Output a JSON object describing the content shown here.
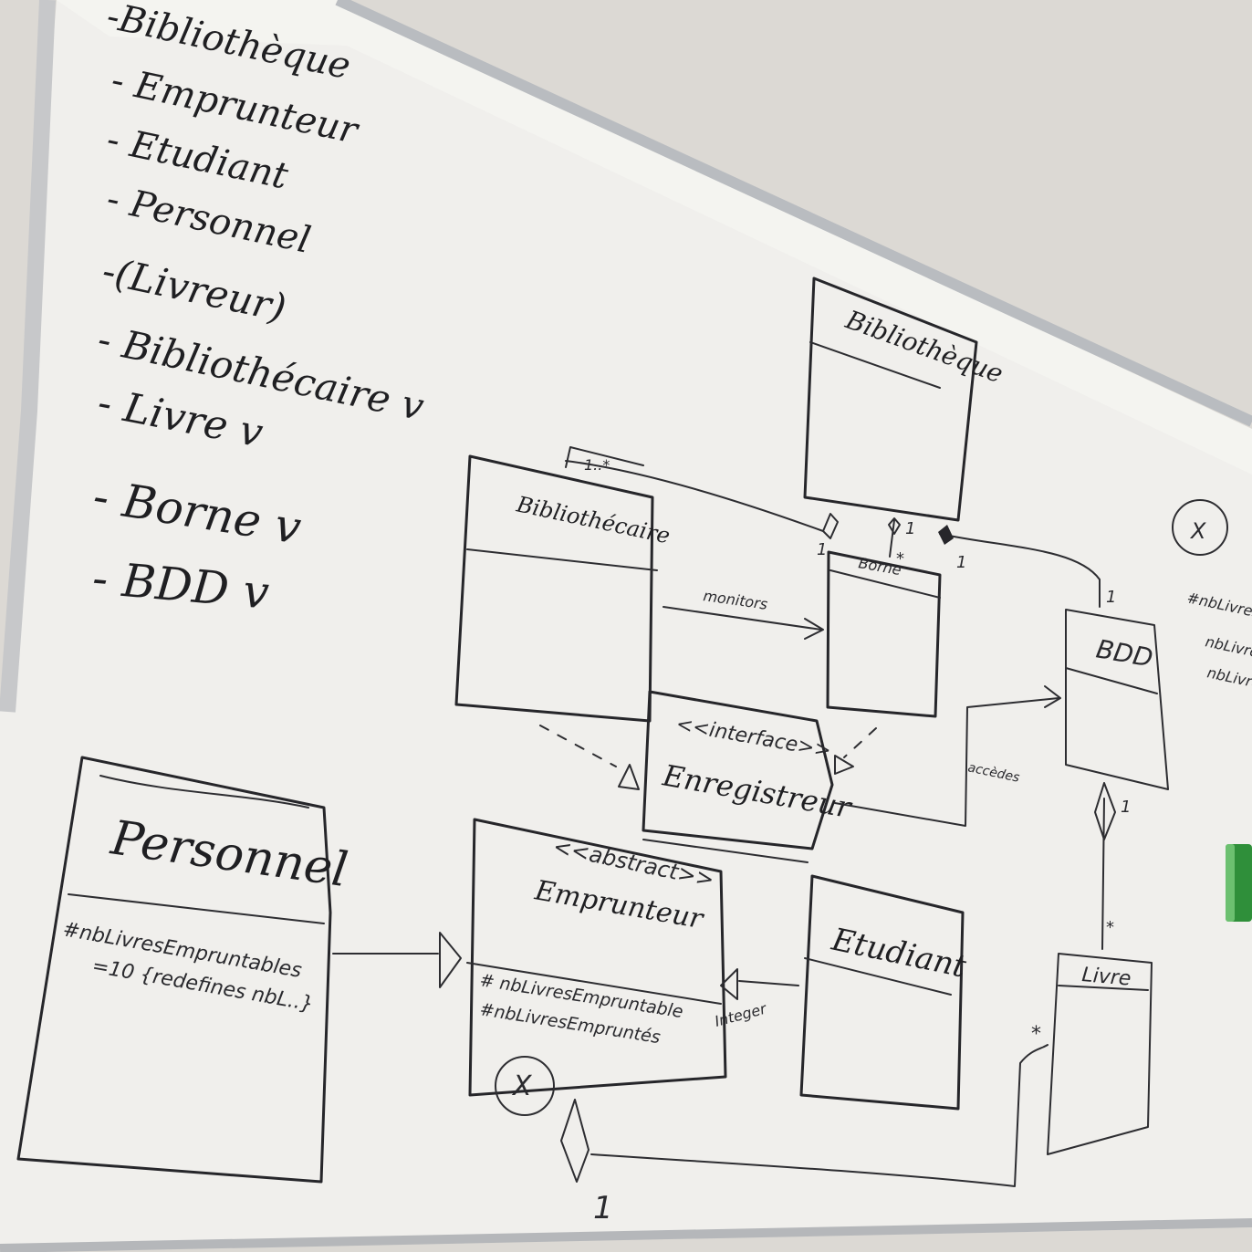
{
  "list_items": [
    "-Bibliothèque",
    "- Emprunteur",
    "- Etudiant",
    "- Personnel",
    "-(Livreur)",
    "- Bibliothécaire v",
    "- Livre v",
    "- Borne v",
    "- BDD v"
  ],
  "classes": {
    "bibliotheque": "Bibliothèque",
    "bibliothecaire": "Bibliothécaire",
    "borne": "Borne",
    "bdd": "BDD",
    "enregistreur_stereotype": "<<interface>>",
    "enregistreur": "Enregistreur",
    "emprunteur_stereotype": "<<abstract>>",
    "emprunteur": "Emprunteur",
    "emprunteur_attr1": "# nbLivresEmpruntable",
    "emprunteur_attr2": "#nbLivresEmpruntés",
    "emprunteur_type": "Integer",
    "personnel": "Personnel",
    "personnel_attr1": "#nbLivresEmpruntables",
    "personnel_attr2": "=10 {redefines nbL..}",
    "etudiant": "Etudiant",
    "livre": "Livre"
  },
  "relations": {
    "bibliothecaire_borne": "monitors",
    "enregistreur_bdd": "accèdes"
  },
  "multiplicities": {
    "bibliothecaire_top": "1..*",
    "bibliotheque_borne_1": "1",
    "bibliotheque_borne_2": "1",
    "borne_star": "*",
    "bibliotheque_bdd": "1",
    "bdd_near": "1",
    "bdd_livre": "1",
    "livre_star": "*",
    "livre_side_star": "*",
    "emprunteur_bottom": "1"
  },
  "marks": {
    "abstract_mark": "X",
    "right_circle": "X"
  },
  "side_notes": [
    "#nbLivresE",
    "nbLivres",
    "nbLivres"
  ]
}
